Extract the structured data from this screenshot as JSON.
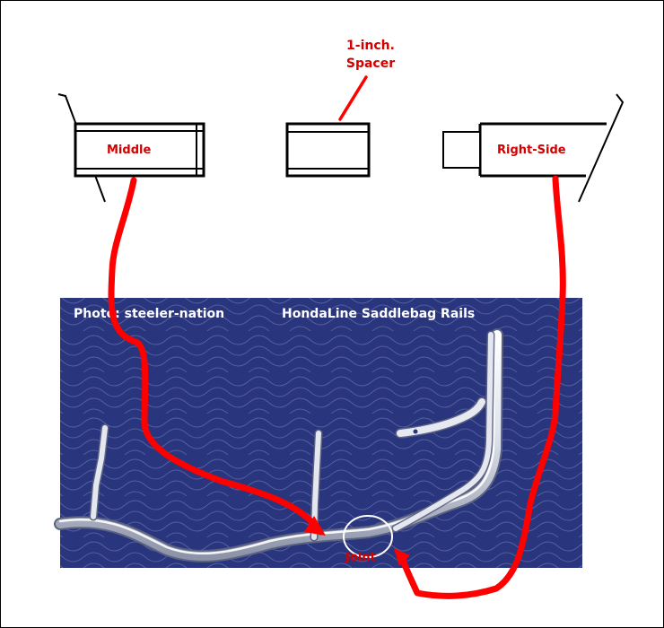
{
  "labels": {
    "spacer_line1": "1-inch.",
    "spacer_line2": "Spacer",
    "middle": "Middle",
    "right_side": "Right-Side",
    "joint": "Joint"
  },
  "photo": {
    "credit": "Photo: steeler-nation",
    "title": "HondaLine Saddlebag Rails"
  },
  "colors": {
    "annotation_red": "#ff0000",
    "label_red": "#d40000",
    "photo_background": "#29357d",
    "chrome": "#e8eaf0"
  }
}
